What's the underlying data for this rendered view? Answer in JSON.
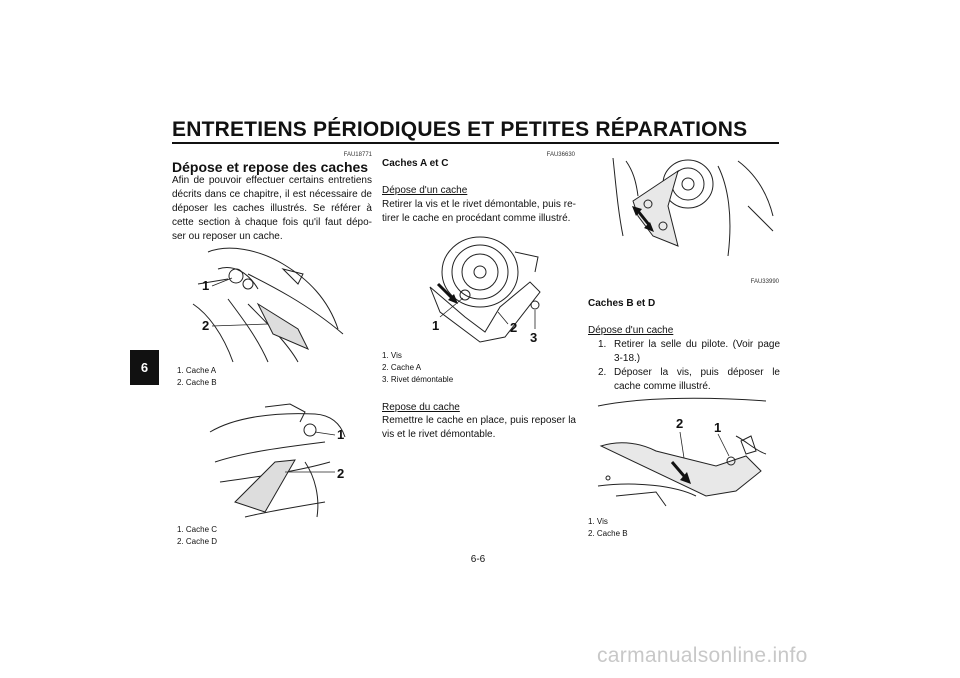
{
  "header": {
    "title": "ENTRETIENS PÉRIODIQUES ET PETITES RÉPARATIONS",
    "chapter_tab": "6"
  },
  "col1": {
    "code": "FAU18771",
    "heading": "Dépose et repose des caches",
    "body": "Afin de pouvoir effectuer certains entretiens décrits dans ce chapitre, il est nécessaire de déposer les caches illustrés. Se référer à cette section à chaque fois qu'il faut dépo-ser ou reposer un cache.",
    "fig1": {
      "labels": [
        "1",
        "2"
      ],
      "captions": [
        "1. Cache A",
        "2. Cache B"
      ]
    },
    "fig2": {
      "labels": [
        "1",
        "2"
      ],
      "captions": [
        "1. Cache C",
        "2. Cache D"
      ]
    }
  },
  "col2": {
    "code": "FAU36630",
    "heading": "Caches A et C",
    "removal_title": "Dépose d'un cache",
    "removal_body": "Retirer la vis et le rivet démontable, puis re-tirer le cache en procédant comme illustré.",
    "fig": {
      "labels": [
        "1",
        "2",
        "3"
      ],
      "captions": [
        "1. Vis",
        "2. Cache A",
        "3. Rivet démontable"
      ]
    },
    "install_title": "Repose du cache",
    "install_body": "Remettre le cache en place, puis reposer la vis et le rivet démontable."
  },
  "col3": {
    "code": "FAU33990",
    "heading": "Caches B et D",
    "removal_title": "Dépose d'un cache",
    "steps": [
      {
        "num": "1.",
        "text": "Retirer la selle du pilote. (Voir page 3-18.)"
      },
      {
        "num": "2.",
        "text": "Déposer la vis, puis déposer le cache comme illustré."
      }
    ],
    "fig": {
      "labels": [
        "2",
        "1"
      ],
      "captions": [
        "1. Vis",
        "2. Cache B"
      ]
    }
  },
  "footer": {
    "page": "6-6"
  },
  "watermark": "carmanualsonline.info"
}
